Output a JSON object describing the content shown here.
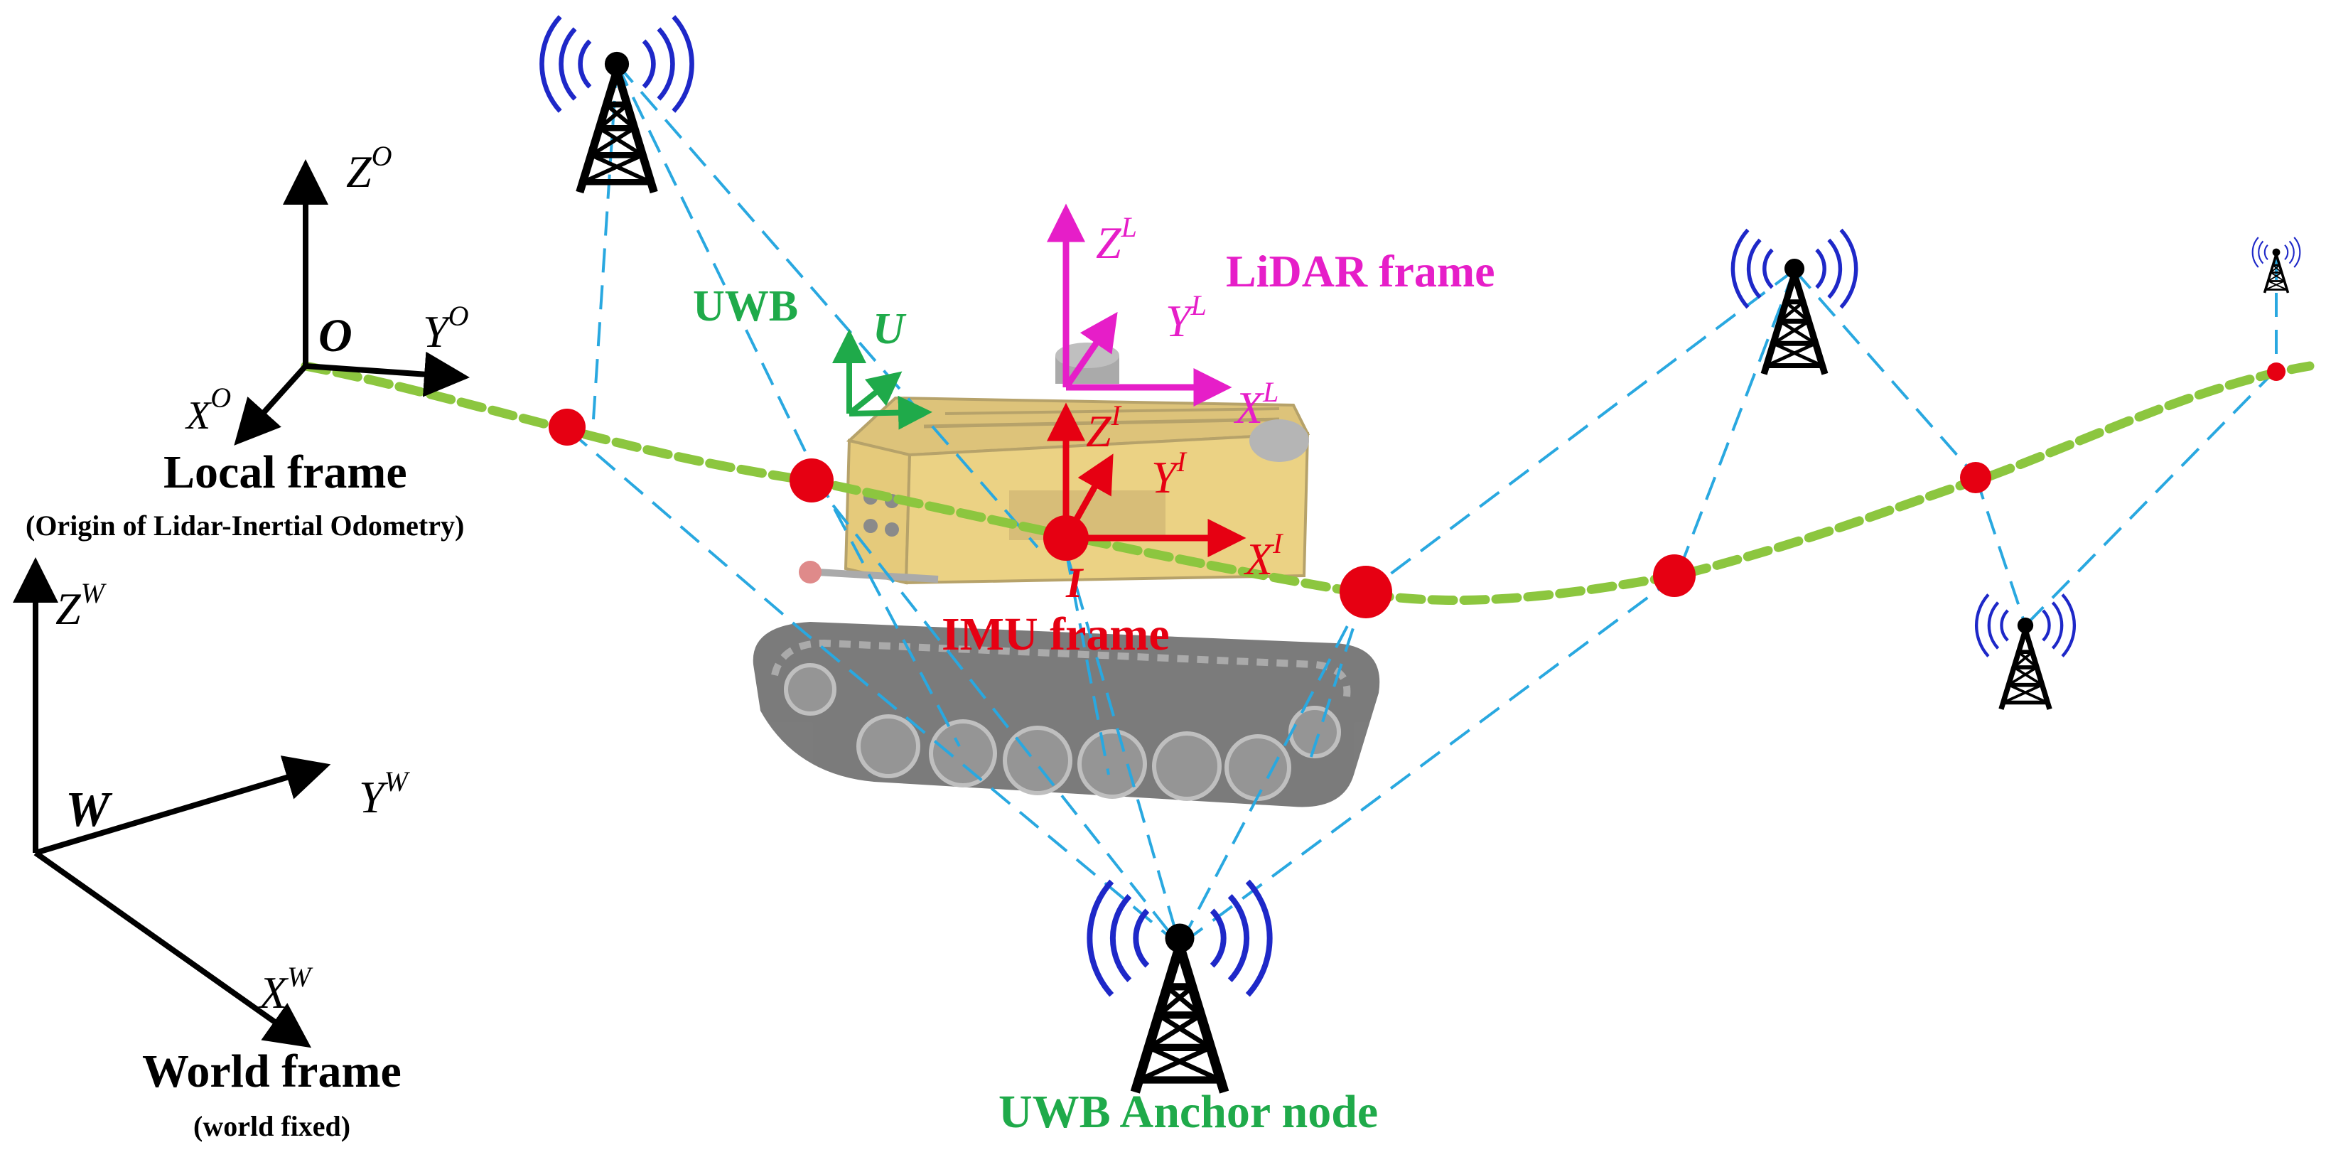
{
  "colors": {
    "black": "#000000",
    "uwb_green": "#1faa4a",
    "trajectory_green": "#8cc63f",
    "lidar_magenta": "#e61ec8",
    "imu_red": "#e60012",
    "range_blue": "#29a8e0",
    "signal_blue": "#1e28c8",
    "robot_yellow": "#d7a21e"
  },
  "labels": {
    "local_frame": "Local frame",
    "local_frame_sub": "(Origin of Lidar-Inertial Odometry)",
    "world_frame": "World frame",
    "world_frame_sub": "(world fixed)",
    "uwb": "UWB",
    "uwb_frame_letter": "U",
    "lidar_frame": "LiDAR frame",
    "imu_frame": "IMU frame",
    "imu_origin": "I",
    "anchor_node": "UWB Anchor node",
    "origin_o": "O",
    "origin_w": "W"
  },
  "axes": {
    "local": {
      "z": "Z",
      "y": "Y",
      "x": "X",
      "sup": "O"
    },
    "world": {
      "z": "Z",
      "y": "Y",
      "x": "X",
      "sup": "W"
    },
    "lidar": {
      "z": "Z",
      "y": "Y",
      "x": "X",
      "sup": "L"
    },
    "imu": {
      "z": "Z",
      "y": "Y",
      "x": "X",
      "sup": "I"
    }
  },
  "icons": [
    "uwb-anchor-tower-icon",
    "trajectory-point-marker",
    "robot-photo"
  ]
}
